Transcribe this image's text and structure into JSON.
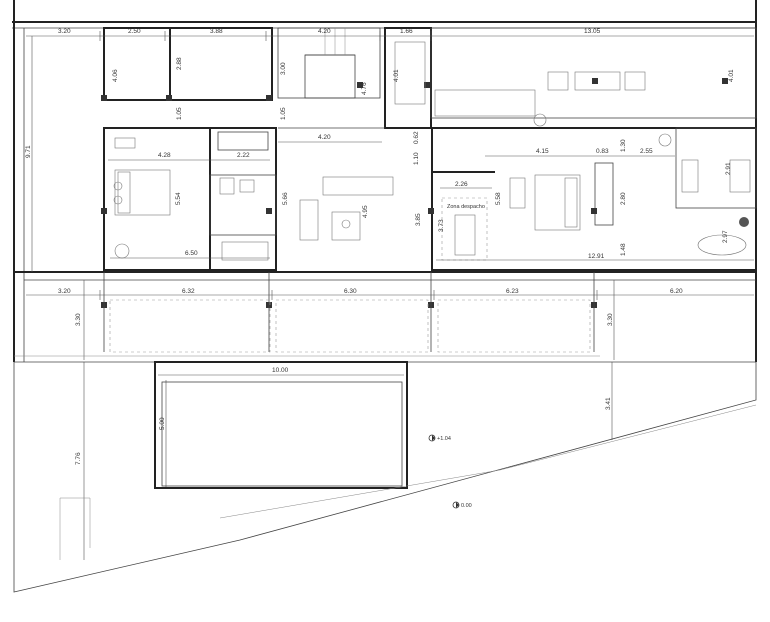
{
  "plan": {
    "labels": {
      "zona_despacho": "Zona despacho"
    },
    "levels": {
      "upper": "+1.04",
      "lower": "0.00"
    },
    "dims_top": {
      "d1": "3.20",
      "d2": "2.50",
      "d3": "3.88",
      "d4": "4.20",
      "d5": "1.66",
      "d6": "13.05"
    },
    "dims_mid": {
      "hall": "4.20",
      "room1_w": "4.28",
      "bath_w": "2.22",
      "room1_span": "6.50",
      "office_w": "2.26",
      "room2_w": "4.15",
      "d083": "0.83",
      "d255": "2.55",
      "long_span": "12.91"
    },
    "dims_vert": {
      "total_height": "9.71",
      "v406": "4.06",
      "v288": "2.88",
      "v300": "3.00",
      "v105a": "1.05",
      "v105b": "1.05",
      "v476": "4.76",
      "v401a": "4.01",
      "v401b": "4.01",
      "v062": "0.62",
      "v110": "1.10",
      "v130": "1.30",
      "v554": "5.54",
      "v566": "5.66",
      "v495": "4.95",
      "v385": "3.85",
      "v373": "3.73",
      "v558": "5.58",
      "v280": "2.80",
      "v148": "1.48",
      "v297": "2.97",
      "v291": "2.91"
    },
    "dims_bays": {
      "b1": "3.20",
      "b2": "6.32",
      "b3": "6.30",
      "b4": "6.23",
      "b5": "6.20",
      "terrace_left": "3.30",
      "terrace_right": "3.30"
    },
    "dims_site": {
      "pool_w": "10.00",
      "pool_h": "5.00",
      "garden": "7.76",
      "right_side": "3.41"
    }
  }
}
